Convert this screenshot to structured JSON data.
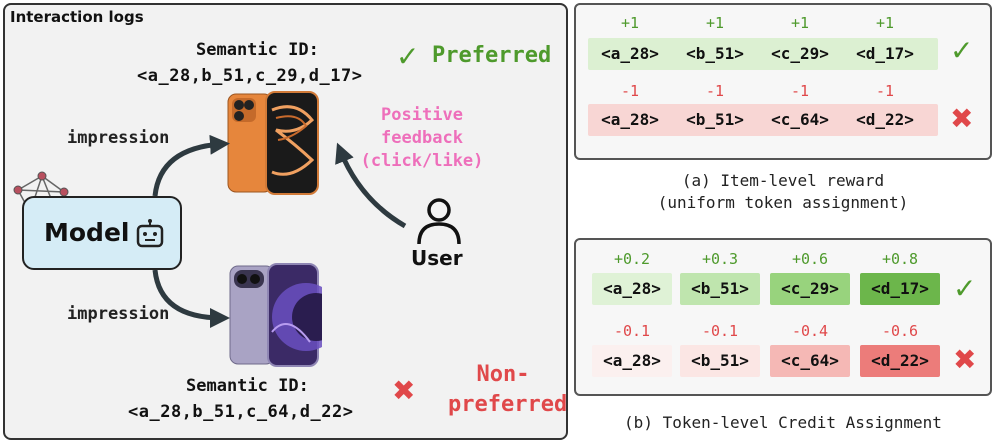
{
  "left": {
    "title": "Interaction logs",
    "preferred": {
      "semantic_label": "Semantic ID:",
      "semantic_value": "<a_28,b_51,c_29,d_17>",
      "status": "Preferred",
      "check": "✓"
    },
    "non_preferred": {
      "semantic_label": "Semantic ID:",
      "semantic_value": "<a_28,b_51,c_64,d_22>",
      "status_line1": "Non-",
      "status_line2": "preferred",
      "cross": "✖"
    },
    "impression_top": "impression",
    "impression_bottom": "impression",
    "feedback": {
      "line1": "Positive",
      "line2": "feedback",
      "line3": "(click/like)"
    },
    "model_label": "Model",
    "user_label": "User"
  },
  "panel_a": {
    "rows": [
      {
        "scores": [
          "+1",
          "+1",
          "+1",
          "+1"
        ],
        "tokens": [
          "<a_28>",
          "<b_51>",
          "<c_29>",
          "<d_17>"
        ],
        "mark": "✓",
        "band_color": "#dcf0d2"
      },
      {
        "scores": [
          "-1",
          "-1",
          "-1",
          "-1"
        ],
        "tokens": [
          "<a_28>",
          "<b_51>",
          "<c_64>",
          "<d_22>"
        ],
        "mark": "✖",
        "band_color": "#f8d6d4"
      }
    ],
    "caption_line1": "(a) Item-level reward",
    "caption_line2": "(uniform token assignment)"
  },
  "panel_b": {
    "rows": [
      {
        "scores": [
          "+0.2",
          "+0.3",
          "+0.6",
          "+0.8"
        ],
        "tokens": [
          "<a_28>",
          "<b_51>",
          "<c_29>",
          "<d_17>"
        ],
        "colors": [
          "#dff2d6",
          "#bfe5ae",
          "#98d37d",
          "#6cb64b"
        ],
        "mark": "✓"
      },
      {
        "scores": [
          "-0.1",
          "-0.1",
          "-0.4",
          "-0.6"
        ],
        "tokens": [
          "<a_28>",
          "<b_51>",
          "<c_64>",
          "<d_22>"
        ],
        "colors": [
          "#fbf0ef",
          "#fbe6e4",
          "#f5b8b5",
          "#ec7c7a"
        ],
        "mark": "✖"
      }
    ],
    "caption": "(b) Token-level Credit Assignment"
  },
  "colors": {
    "positive": "#4e9a2c",
    "negative": "#e0484a",
    "feedback": "#ee6fbb",
    "model_box": "#d5ecf6"
  }
}
